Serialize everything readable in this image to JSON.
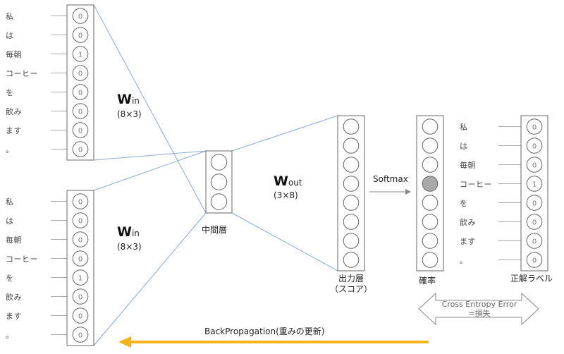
{
  "input_words": [
    "私",
    "は",
    "毎朝",
    "コーヒー",
    "を",
    "飲み",
    "ます",
    "。"
  ],
  "input_top_values": [
    "0",
    "0",
    "1",
    "0",
    "0",
    "0",
    "0",
    "0"
  ],
  "input_bottom_values": [
    "0",
    "0",
    "0",
    "0",
    "1",
    "0",
    "0",
    "0"
  ],
  "w_in_top": {
    "letter": "W",
    "subscript": "in",
    "dim": "(8×3)"
  },
  "w_in_bottom": {
    "letter": "W",
    "subscript": "in",
    "dim": "(8×3)"
  },
  "hidden_label": "中間層",
  "w_out": {
    "letter": "W",
    "subscript": "out",
    "dim": "(3×8)"
  },
  "output_label": [
    "出力層",
    "（スコア）"
  ],
  "softmax_label": "Softmax",
  "prob_label": "確率",
  "prob_highlight_index": 3,
  "prob_highlight_color": "#a9a9a9",
  "correct_words": [
    "私",
    "は",
    "毎朝",
    "コーヒー",
    "を",
    "飲み",
    "ます",
    "。"
  ],
  "correct_values": [
    "0",
    "0",
    "0",
    "1",
    "0",
    "0",
    "0",
    "0"
  ],
  "correct_label": "正解ラベル",
  "loss_label": [
    "Cross Entropy Error",
    "=損失"
  ],
  "backprop_label": "BackPropagation(重みの更新)",
  "backprop_color": "#f2b31b",
  "connector_color": "#8aaad8"
}
